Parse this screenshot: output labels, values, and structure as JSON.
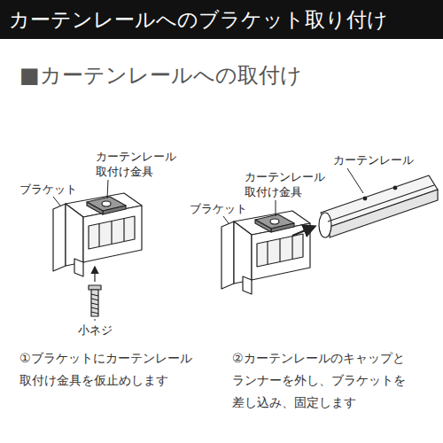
{
  "diagram": {
    "title": "カーテンレールへのブラケット取り付け",
    "labels": [
      "■カーテンレールへの取付け",
      "カーテンレール 取付け金具",
      "ブラケット",
      "小ネジ",
      "カーテンレール",
      "カーテンレール 取付け金具",
      "ブラケット",
      "①ブラケットにカーテンレール 取付け金具を仮止めします",
      "②カーテンレールのキャップと ランナーを外し、ブラケットを 差し込み、固定します"
    ]
  }
}
